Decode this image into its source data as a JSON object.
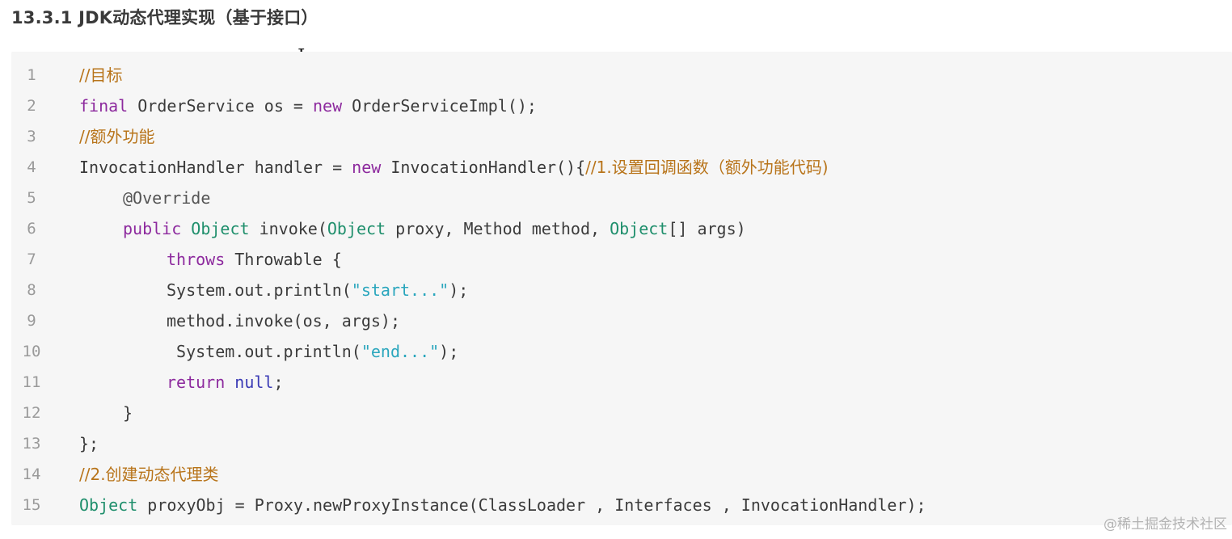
{
  "heading": "13.3.1 JDK动态代理实现（基于接口）",
  "watermark": "@稀土掘金技术社区",
  "cursor_glyph": "I",
  "code_lines": [
    {
      "num": "1",
      "indent": 0,
      "segments": [
        {
          "t": "//目标",
          "c": "comment"
        }
      ]
    },
    {
      "num": "2",
      "indent": 0,
      "segments": [
        {
          "t": "final",
          "c": "keyword"
        },
        {
          "t": " OrderService os = ",
          "c": "plain"
        },
        {
          "t": "new",
          "c": "keyword"
        },
        {
          "t": " OrderServiceImpl();",
          "c": "plain"
        }
      ]
    },
    {
      "num": "3",
      "indent": 0,
      "segments": [
        {
          "t": "//额外功能",
          "c": "comment"
        }
      ]
    },
    {
      "num": "4",
      "indent": 0,
      "segments": [
        {
          "t": "InvocationHandler handler = ",
          "c": "plain"
        },
        {
          "t": "new",
          "c": "keyword"
        },
        {
          "t": " InvocationHandler(){",
          "c": "plain"
        },
        {
          "t": "//1.设置回调函数（额外功能代码)",
          "c": "comment"
        }
      ]
    },
    {
      "num": "5",
      "indent": 1,
      "segments": [
        {
          "t": "@Override",
          "c": "annotation"
        }
      ]
    },
    {
      "num": "6",
      "indent": 1,
      "segments": [
        {
          "t": "public",
          "c": "keyword"
        },
        {
          "t": " ",
          "c": "plain"
        },
        {
          "t": "Object",
          "c": "type"
        },
        {
          "t": " invoke(",
          "c": "plain"
        },
        {
          "t": "Object",
          "c": "type"
        },
        {
          "t": " proxy, Method method, ",
          "c": "plain"
        },
        {
          "t": "Object",
          "c": "type"
        },
        {
          "t": "[] args)",
          "c": "plain"
        }
      ]
    },
    {
      "num": "7",
      "indent": 2,
      "segments": [
        {
          "t": "throws",
          "c": "keyword"
        },
        {
          "t": " Throwable {",
          "c": "plain"
        }
      ]
    },
    {
      "num": "8",
      "indent": 2,
      "segments": [
        {
          "t": "System.out.println(",
          "c": "plain"
        },
        {
          "t": "\"start...\"",
          "c": "string"
        },
        {
          "t": ");",
          "c": "plain"
        }
      ]
    },
    {
      "num": "9",
      "indent": 2,
      "segments": [
        {
          "t": "method.invoke(os, args);",
          "c": "plain"
        }
      ]
    },
    {
      "num": "10",
      "indent": 2,
      "segments": [
        {
          "t": " System.out.println(",
          "c": "plain"
        },
        {
          "t": "\"end...\"",
          "c": "string"
        },
        {
          "t": ");",
          "c": "plain"
        }
      ]
    },
    {
      "num": "11",
      "indent": 2,
      "segments": [
        {
          "t": "return",
          "c": "keyword"
        },
        {
          "t": " ",
          "c": "plain"
        },
        {
          "t": "null",
          "c": "null"
        },
        {
          "t": ";",
          "c": "plain"
        }
      ]
    },
    {
      "num": "12",
      "indent": 1,
      "segments": [
        {
          "t": "}",
          "c": "plain"
        }
      ]
    },
    {
      "num": "13",
      "indent": 0,
      "segments": [
        {
          "t": "};",
          "c": "plain"
        }
      ]
    },
    {
      "num": "14",
      "indent": 0,
      "segments": [
        {
          "t": "//2.创建动态代理类",
          "c": "comment"
        }
      ]
    },
    {
      "num": "15",
      "indent": 0,
      "segments": [
        {
          "t": "Object",
          "c": "type"
        },
        {
          "t": " proxyObj = Proxy.newProxyInstance(ClassLoader , Interfaces , InvocationHandler);",
          "c": "plain"
        }
      ]
    }
  ]
}
